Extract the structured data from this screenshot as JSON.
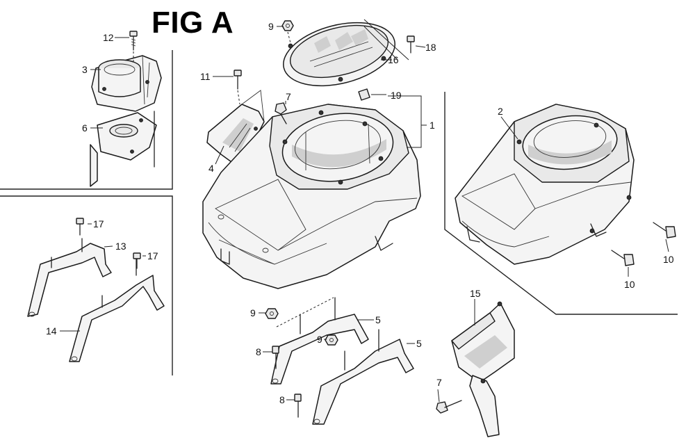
{
  "figure": {
    "title": "FIG A",
    "callouts": {
      "c1": "1",
      "c2": "2",
      "c3": "3",
      "c4": "4",
      "c5a": "5",
      "c5b": "5",
      "c6": "6",
      "c7a": "7",
      "c7b": "7",
      "c8a": "8",
      "c8b": "8",
      "c9a": "9",
      "c9b": "9",
      "c9c": "9",
      "c10a": "10",
      "c10b": "10",
      "c11": "11",
      "c12": "12",
      "c13": "13",
      "c14": "14",
      "c15": "15",
      "c16": "16",
      "c17a": "17",
      "c17b": "17",
      "c18": "18",
      "c19": "19"
    }
  }
}
